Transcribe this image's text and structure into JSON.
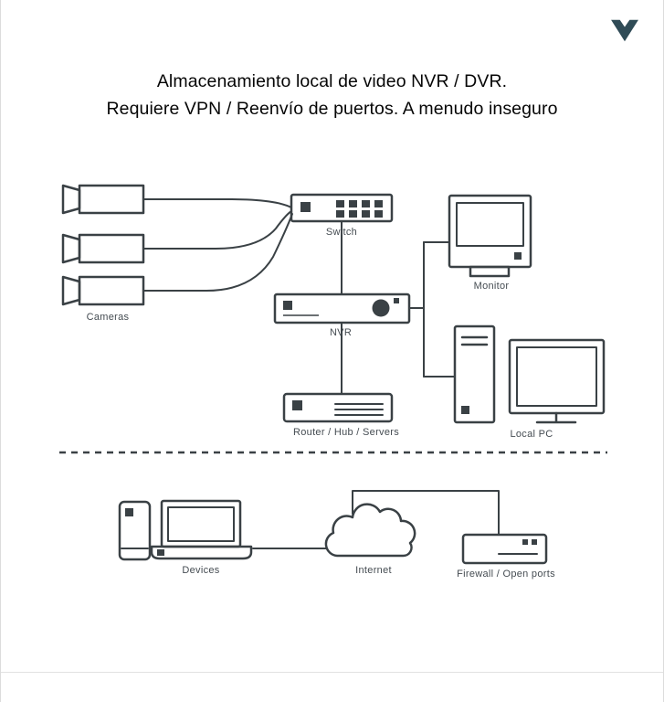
{
  "page": {
    "title_line1": "Almacenamiento local de video NVR / DVR.",
    "title_line2": "Requiere VPN / Reenvío de puertos. A menudo inseguro"
  },
  "logo": {
    "name": "brand-chevron-mark",
    "color": "#2f4b56"
  },
  "diagram": {
    "stroke_color": "#3a4145",
    "labels": {
      "cameras": "Cameras",
      "switch": "Switch",
      "nvr": "NVR",
      "monitor": "Monitor",
      "router": "Router / Hub / Servers",
      "local_pc": "Local PC",
      "devices": "Devices",
      "internet": "Internet",
      "firewall": "Firewall / Open ports"
    }
  }
}
